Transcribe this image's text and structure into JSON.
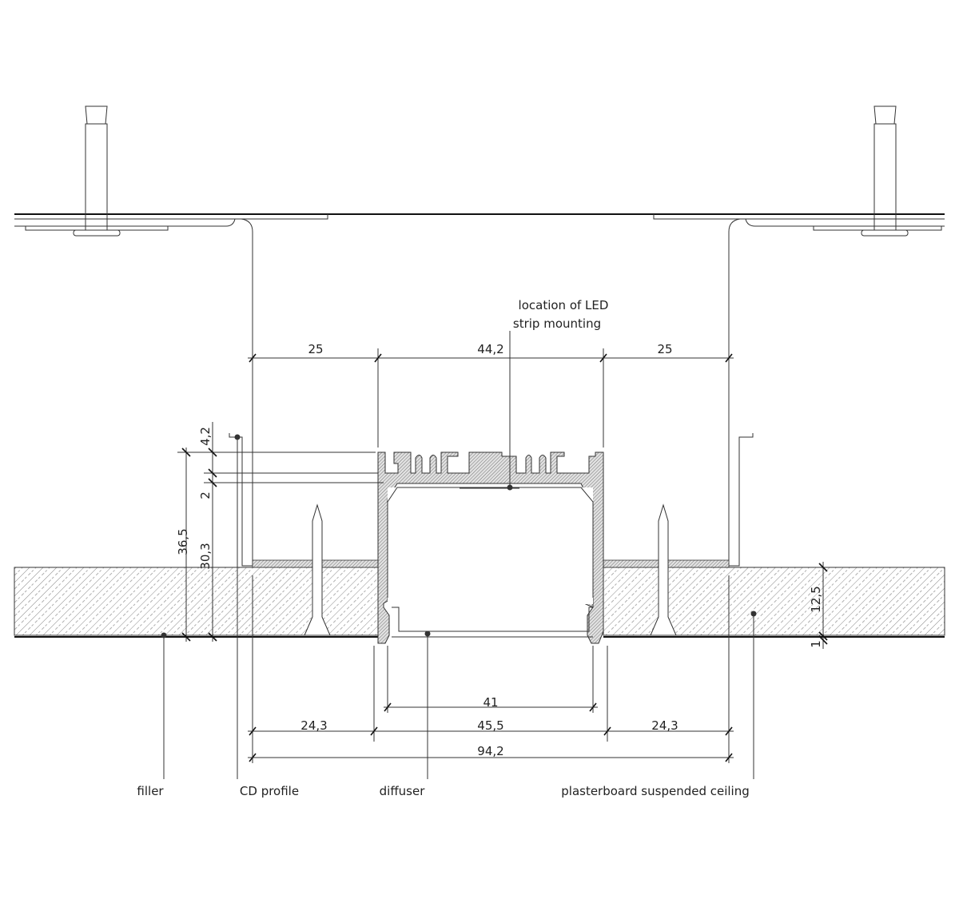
{
  "labels": {
    "led": [
      "location of LED",
      "strip mounting"
    ],
    "filler": "filler",
    "cd_profile": "CD profile",
    "diffuser": "diffuser",
    "plasterboard": "plasterboard suspended ceiling"
  },
  "dimensions": {
    "top_left": "25",
    "top_center": "44,2",
    "top_right": "25",
    "inner_width": "41",
    "bottom_left": "24,3",
    "bottom_center": "45,5",
    "bottom_right": "24,3",
    "total": "94,2",
    "height_total": "36,5",
    "fin_height": "4,2",
    "wall": "2",
    "body_height": "30,3",
    "board_thickness": "12,5",
    "filler_thickness": "1"
  },
  "colors": {
    "line": "#333333",
    "hatch_fill": "#d9d9d9"
  }
}
